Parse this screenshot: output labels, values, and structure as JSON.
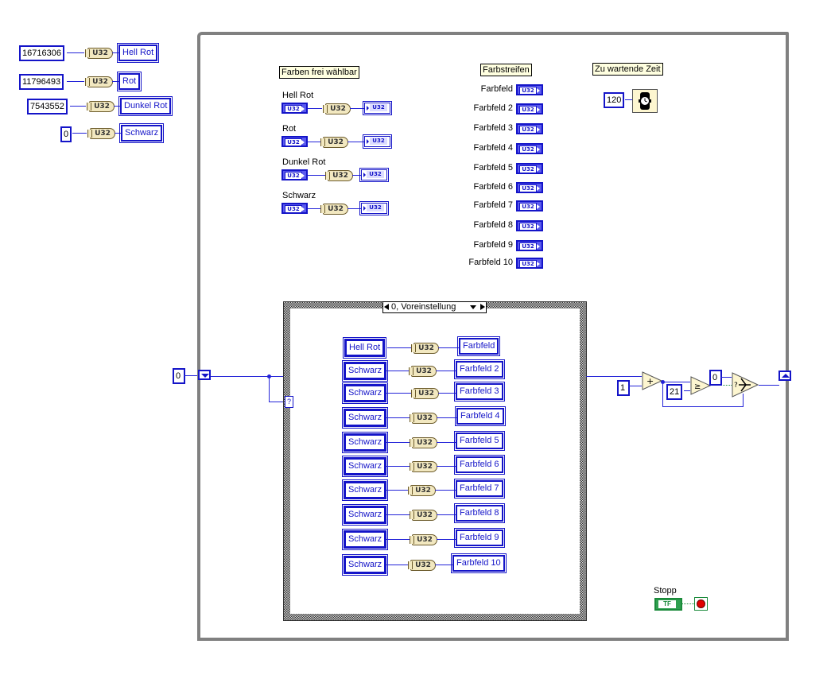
{
  "constants_outside": [
    {
      "value": "16716306",
      "conversion": "U32",
      "local": "Hell Rot"
    },
    {
      "value": "11796493",
      "conversion": "U32",
      "local": "Rot"
    },
    {
      "value": "7543552",
      "conversion": "U32",
      "local": "Dunkel Rot"
    },
    {
      "value": "0",
      "conversion": "U32",
      "local": "Schwarz"
    }
  ],
  "colors_group": {
    "label": "Farben frei wählbar",
    "items": [
      {
        "name": "Hell Rot",
        "type": "U32"
      },
      {
        "name": "Rot",
        "type": "U32"
      },
      {
        "name": "Dunkel Rot",
        "type": "U32"
      },
      {
        "name": "Schwarz",
        "type": "U32"
      }
    ]
  },
  "stripes_group": {
    "label": "Farbstreifen",
    "items": [
      {
        "name": "Farbfeld",
        "type": "U32"
      },
      {
        "name": "Farbfeld 2",
        "type": "U32"
      },
      {
        "name": "Farbfeld 3",
        "type": "U32"
      },
      {
        "name": "Farbfeld 4",
        "type": "U32"
      },
      {
        "name": "Farbfeld 5",
        "type": "U32"
      },
      {
        "name": "Farbfeld 6",
        "type": "U32"
      },
      {
        "name": "Farbfeld 7",
        "type": "U32"
      },
      {
        "name": "Farbfeld 8",
        "type": "U32"
      },
      {
        "name": "Farbfeld 9",
        "type": "U32"
      },
      {
        "name": "Farbfeld 10",
        "type": "U32"
      }
    ]
  },
  "wait": {
    "label": "Zu wartende Zeit",
    "value": "120",
    "icon": "wait-ms-icon"
  },
  "shift_register_init": "0",
  "case_structure": {
    "selector": "0, Voreinstellung",
    "selector_terminal": "?",
    "rows": [
      {
        "source": "Hell Rot",
        "conversion": "U32",
        "target": "Farbfeld"
      },
      {
        "source": "Schwarz",
        "conversion": "U32",
        "target": "Farbfeld 2"
      },
      {
        "source": "Schwarz",
        "conversion": "U32",
        "target": "Farbfeld 3"
      },
      {
        "source": "Schwarz",
        "conversion": "U32",
        "target": "Farbfeld 4"
      },
      {
        "source": "Schwarz",
        "conversion": "U32",
        "target": "Farbfeld 5"
      },
      {
        "source": "Schwarz",
        "conversion": "U32",
        "target": "Farbfeld 6"
      },
      {
        "source": "Schwarz",
        "conversion": "U32",
        "target": "Farbfeld 7"
      },
      {
        "source": "Schwarz",
        "conversion": "U32",
        "target": "Farbfeld 8"
      },
      {
        "source": "Schwarz",
        "conversion": "U32",
        "target": "Farbfeld 9"
      },
      {
        "source": "Schwarz",
        "conversion": "U32",
        "target": "Farbfeld 10"
      }
    ]
  },
  "increment": {
    "add_constant": "1",
    "add_symbol": "+",
    "compare_constant": "21",
    "compare_symbol": "≥",
    "reset_constant": "0"
  },
  "stop": {
    "label": "Stopp",
    "control_text": "TF"
  },
  "colors": {
    "wire_numeric": "#2323d8",
    "wire_boolean": "#1a8a3a",
    "loop_border": "#808080",
    "conversion_fill": "#f2e8c0"
  }
}
